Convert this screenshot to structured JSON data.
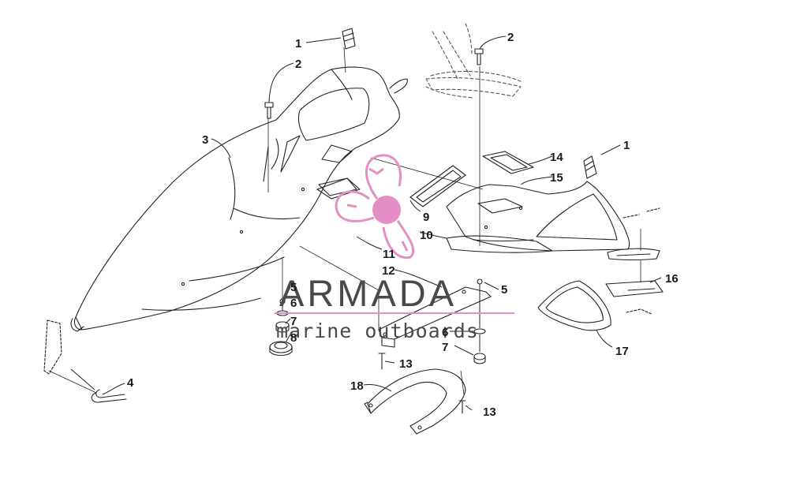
{
  "watermark": {
    "title": "ARMADA",
    "subtitle": "marine outboards",
    "logo": "propeller-logo",
    "accent_color": "#e48fc4"
  },
  "callouts": {
    "c1a": "1",
    "c1b": "1",
    "c2a": "2",
    "c2b": "2",
    "c3": "3",
    "c4": "4",
    "c5a": "5",
    "c5b": "5",
    "c6a": "6",
    "c6b": "6",
    "c7a": "7",
    "c7b": "7",
    "c8": "8",
    "c9": "9",
    "c10": "10",
    "c11": "11",
    "c12": "12",
    "c13a": "13",
    "c13b": "13",
    "c14": "14",
    "c15": "15",
    "c16": "16",
    "c17": "17",
    "c18": "18"
  }
}
